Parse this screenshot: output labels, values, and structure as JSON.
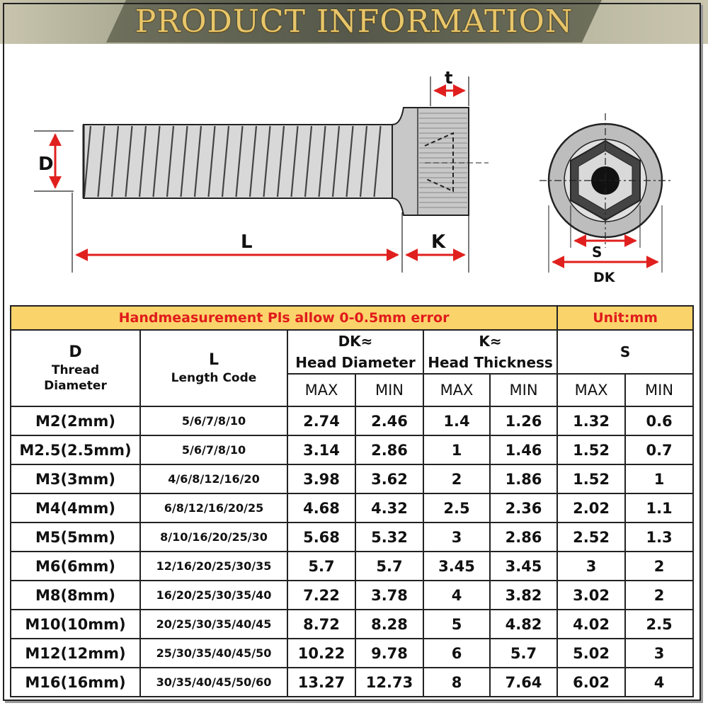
{
  "banner": {
    "title": "PRODUCT INFORMATION"
  },
  "diagram": {
    "D": "D",
    "L": "L",
    "K": "K",
    "t": "t",
    "S": "S",
    "DK": "DK"
  },
  "table": {
    "note": "Handmeasurement Pls allow 0-0.5mm error",
    "unit": "Unit:mm",
    "headers": {
      "d": "D",
      "d_sub1": "Thread",
      "d_sub2": "Diameter",
      "l": "L",
      "l_sub": "Length Code",
      "dk": "DK≈",
      "dk_sub": "Head Diameter",
      "k": "K≈",
      "k_sub": "Head Thickness",
      "s": "S",
      "max": "MAX",
      "min": "MIN"
    },
    "rows": [
      [
        "M2(2mm)",
        "5/6/7/8/10",
        "2.74",
        "2.46",
        "1.4",
        "1.26",
        "1.32",
        "0.6"
      ],
      [
        "M2.5(2.5mm)",
        "5/6/7/8/10",
        "3.14",
        "2.86",
        "1",
        "1.46",
        "1.52",
        "0.7"
      ],
      [
        "M3(3mm)",
        "4/6/8/12/16/20",
        "3.98",
        "3.62",
        "2",
        "1.86",
        "1.52",
        "1"
      ],
      [
        "M4(4mm)",
        "6/8/12/16/20/25",
        "4.68",
        "4.32",
        "2.5",
        "2.36",
        "2.02",
        "1.1"
      ],
      [
        "M5(5mm)",
        "8/10/16/20/25/30",
        "5.68",
        "5.32",
        "3",
        "2.86",
        "2.52",
        "1.3"
      ],
      [
        "M6(6mm)",
        "12/16/20/25/30/35",
        "5.7",
        "5.7",
        "3.45",
        "3.45",
        "3",
        "2"
      ],
      [
        "M8(8mm)",
        "16/20/25/30/35/40",
        "7.22",
        "3.78",
        "4",
        "3.82",
        "3.02",
        "2"
      ],
      [
        "M10(10mm)",
        "20/25/30/35/40/45",
        "8.72",
        "8.28",
        "5",
        "4.82",
        "4.02",
        "2.5"
      ],
      [
        "M12(12mm)",
        "25/30/35/40/45/50",
        "10.22",
        "9.78",
        "6",
        "5.7",
        "5.02",
        "3"
      ],
      [
        "M16(16mm)",
        "30/35/40/45/50/60",
        "13.27",
        "12.73",
        "8",
        "7.64",
        "6.02",
        "4"
      ]
    ]
  },
  "colors": {
    "arrow": "#e0201e",
    "caption_bg": "#fbd36b",
    "caption_text": "#e01b1b",
    "banner_text": "#e8c66a"
  }
}
